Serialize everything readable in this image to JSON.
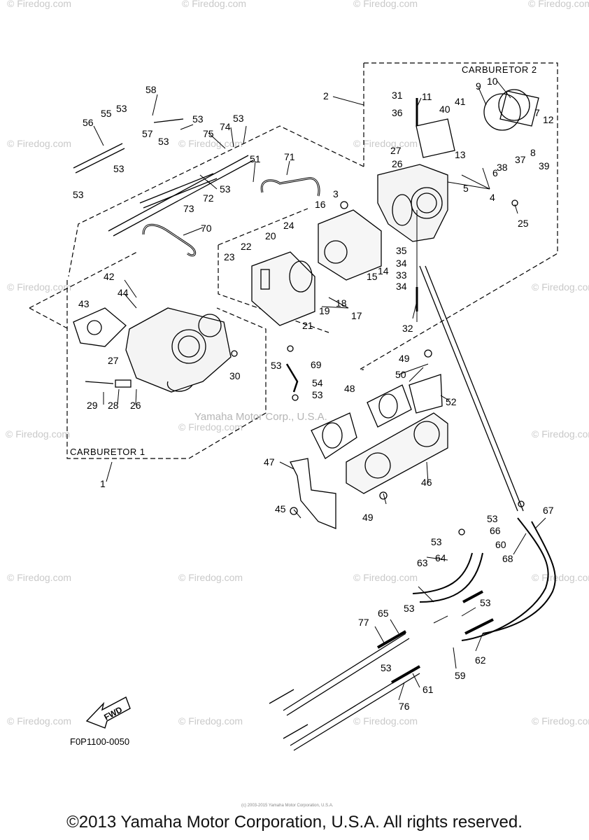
{
  "carburetor_1_label": "CARBURETOR 1",
  "carburetor_2_label": "CARBURETOR 2",
  "figure_ref": "F0P1100-0050",
  "fwd_label": "FWD",
  "watermark_firedog": "© Firedog.com",
  "watermark_yamaha": "Yamaha Motor Corp., U.S.A.",
  "tiny_credit": "(c) 2003-2015 Yamaha Motor Corporation, U.S.A.",
  "copyright": "©2013 Yamaha Motor Corporation, U.S.A. All rights reserved.",
  "part_numbers": [
    "1",
    "2",
    "3",
    "4",
    "5",
    "6",
    "7",
    "8",
    "9",
    "10",
    "11",
    "12",
    "13",
    "14",
    "15",
    "16",
    "17",
    "18",
    "19",
    "20",
    "21",
    "22",
    "23",
    "24",
    "25",
    "26",
    "27",
    "28",
    "29",
    "30",
    "31",
    "32",
    "33",
    "34",
    "35",
    "36",
    "37",
    "38",
    "39",
    "40",
    "41",
    "42",
    "43",
    "44",
    "45",
    "46",
    "47",
    "48",
    "49",
    "50",
    "51",
    "52",
    "53",
    "54",
    "55",
    "56",
    "57",
    "58",
    "59",
    "60",
    "61",
    "62",
    "63",
    "64",
    "65",
    "66",
    "67",
    "68",
    "69",
    "70",
    "71",
    "72",
    "73",
    "74",
    "75",
    "76",
    "77"
  ]
}
